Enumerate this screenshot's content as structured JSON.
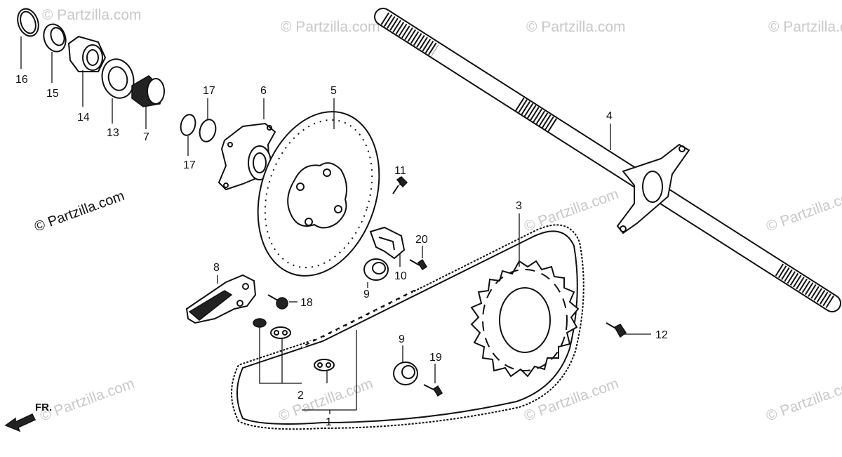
{
  "watermark_text": "© Partzilla.com",
  "side_credit": "© Partzilla.com",
  "front_arrow_label": "FR.",
  "callouts": {
    "c1": "1",
    "c2": "2",
    "c3": "3",
    "c4": "4",
    "c5": "5",
    "c6": "6",
    "c7": "7",
    "c8": "8",
    "c9a": "9",
    "c9b": "9",
    "c10": "10",
    "c11": "11",
    "c12": "12",
    "c13": "13",
    "c14": "14",
    "c15": "15",
    "c16": "16",
    "c17a": "17",
    "c17b": "17",
    "c18": "18",
    "c19": "19",
    "c20": "20"
  }
}
